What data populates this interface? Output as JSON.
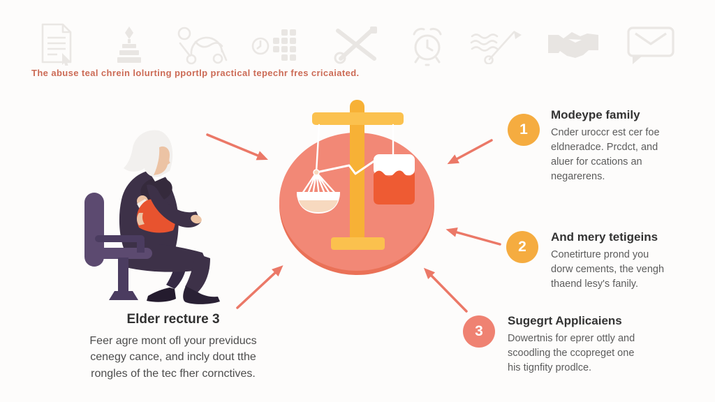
{
  "caption": "The abuse teal chrein lolurting pportlp practical tepechr fres cricaiated.",
  "icons_row": {
    "items": [
      "document-icon",
      "candle-icon",
      "stroller-icon",
      "clock-grid-icon",
      "crossed-tools-icon",
      "alarm-clock-icon",
      "whip-flag-icon",
      "handshake-icon",
      "envelope-icon"
    ]
  },
  "steps": [
    {
      "number": "1",
      "title": "Modeype family",
      "body": "Cnder uroccr est cer foe\neldneradce. Prcdct, and\naluer for ccations an\nnegarerens.",
      "accent": "#F5AC40"
    },
    {
      "number": "2",
      "title": "And mery tetigeins",
      "body": "Conetirture prond you\ndorw cements, the vengh\nthaend lesy's fanily.",
      "accent": "#F5AC40"
    },
    {
      "number": "3",
      "title": "Sugegrt Applicaiens",
      "body": "Dowertnis for eprer ottly and\nscoodling the ccopreget one\nhis tignfity prodlce.",
      "accent": "#EF8272"
    }
  ],
  "caregiver_block": {
    "title": "Elder recture 3",
    "body": "Feer agre mont ofl your previducs\ncenegy cance, and incly dout tthe\nrongles of the tec fher cornctives."
  },
  "colors": {
    "caption": "#CC6B56",
    "central_circle": "#F28876",
    "central_circle_rim": "#EA7157",
    "scale_gold": "#F7B136",
    "scale_gold_light": "#FBC14E",
    "jar_orange": "#EE5B33",
    "bowl_cream": "#F7D9BF",
    "arrow": "#EB7867",
    "step_orange": "#F5AC40",
    "step_coral": "#EF8272"
  }
}
